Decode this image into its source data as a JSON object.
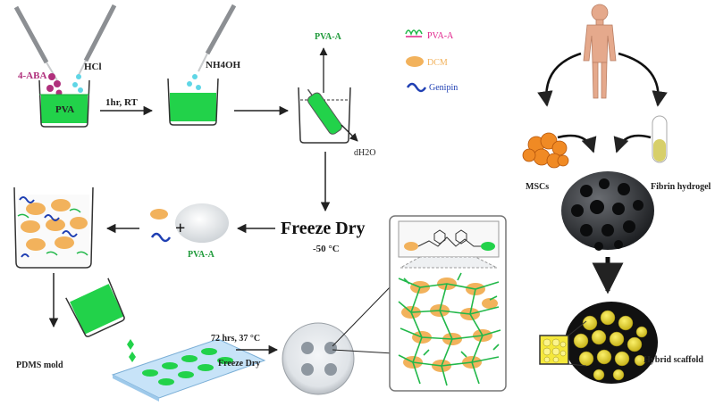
{
  "labels": {
    "aba": "4-ABA",
    "hcl": "HCl",
    "pva": "PVA",
    "nh4oh": "NH4OH",
    "step1": "1hr, RT",
    "pva_a_top": "PVA-A",
    "dh2o": "dH2O",
    "freeze_dry": "Freeze Dry",
    "temp": "-50 °C",
    "powder_label": "PVA-A",
    "pdms": "PDMS mold",
    "cure": "72 hrs, 37 °C",
    "cure2": "Freeze Dry",
    "mscs": "MSCs",
    "fibrin": "Fibrin hydrogel",
    "hybrid": "Hybrid scaffold"
  },
  "legend": [
    {
      "icon": "pva-a-icon",
      "label": "PVA-A",
      "color": "#e0218a"
    },
    {
      "icon": "dcm-icon",
      "label": "DCM",
      "color": "#f2b25c"
    },
    {
      "icon": "genipin-icon",
      "label": "Genipin",
      "color": "#1f3fb3"
    }
  ],
  "colors": {
    "green": "#22d24a",
    "dcm": "#f2b25c",
    "pink": "#b0307c",
    "cyan": "#5fd6e6",
    "yellow": "#f5e83c"
  }
}
